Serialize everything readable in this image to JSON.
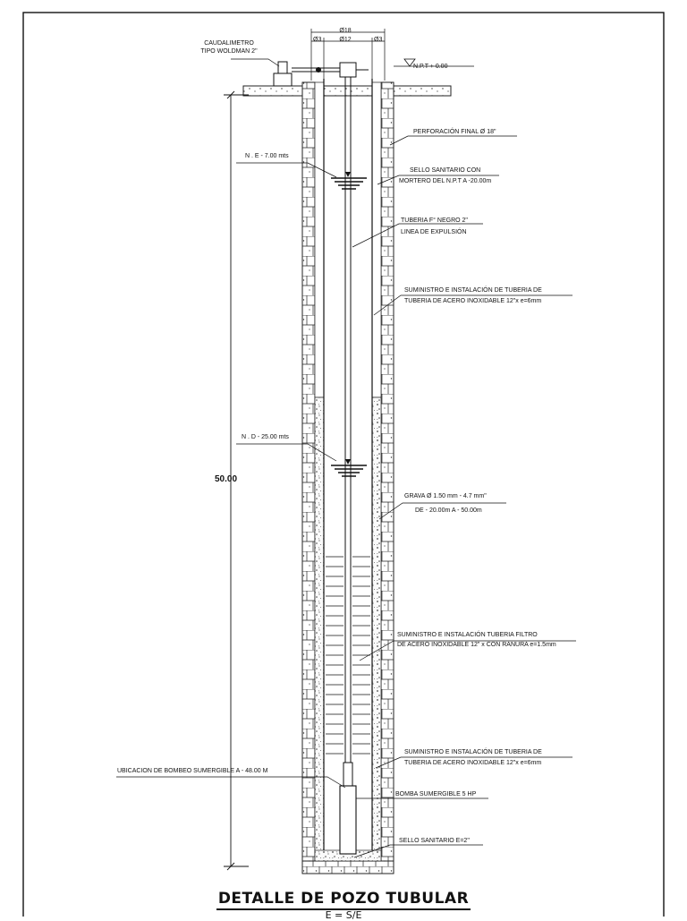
{
  "drawing": {
    "diam_outer": "Ø18",
    "diam_inner": "Ø12",
    "diam_side_left": "Ø3",
    "diam_side_right": "Ø3",
    "npt_level": "N.P.T + 0.00",
    "flowmeter_line1": "CAUDALIMETRO",
    "flowmeter_line2": "TIPO WOLDMAN 2\"",
    "static_level": "N . E  - 7.00 mts",
    "dynamic_level": "N . D  - 25.00 mts",
    "total_depth": "50.00",
    "pump_location": "UBICACION DE BOMBEO SUMERGIBLE A - 48.00 M",
    "final_bore": "PERFORACIÓN FINAL Ø 18\"",
    "sanitary_seal_1": "SELLO SANITARIO CON",
    "sanitary_seal_2": "MORTERO DEL N.P.T A -20.00m",
    "discharge_pipe_1": "TUBERIA F° NEGRO 2\"",
    "discharge_pipe_2": "LINEA DE EXPULSIÓN",
    "casing_upper_1": "SUMINISTRO E INSTALACIÓN DE TUBERIA DE",
    "casing_upper_2": "TUBERIA DE ACERO INOXIDABLE 12\"x e=6mm",
    "gravel_1": "GRAVA Ø 1.50 mm - 4.7 mm\"",
    "gravel_2": "DE - 20.00m A - 50.00m",
    "screen_1": "SUMINISTRO E INSTALACIÓN TUBERIA FILTRO",
    "screen_2": "DE ACERO INOXIDABLE 12\" x CON RANURA e=1.5mm",
    "casing_lower_1": "SUMINISTRO E INSTALACIÓN DE TUBERIA DE",
    "casing_lower_2": "TUBERIA DE ACERO INOXIDABLE 12\"x e=6mm",
    "pump": "BOMBA SUMERGIBLE 5 HP",
    "bottom_seal": "SELLO SANITARIO E=2\"",
    "title": "DETALLE DE POZO TUBULAR",
    "scale": "E = S/E"
  }
}
